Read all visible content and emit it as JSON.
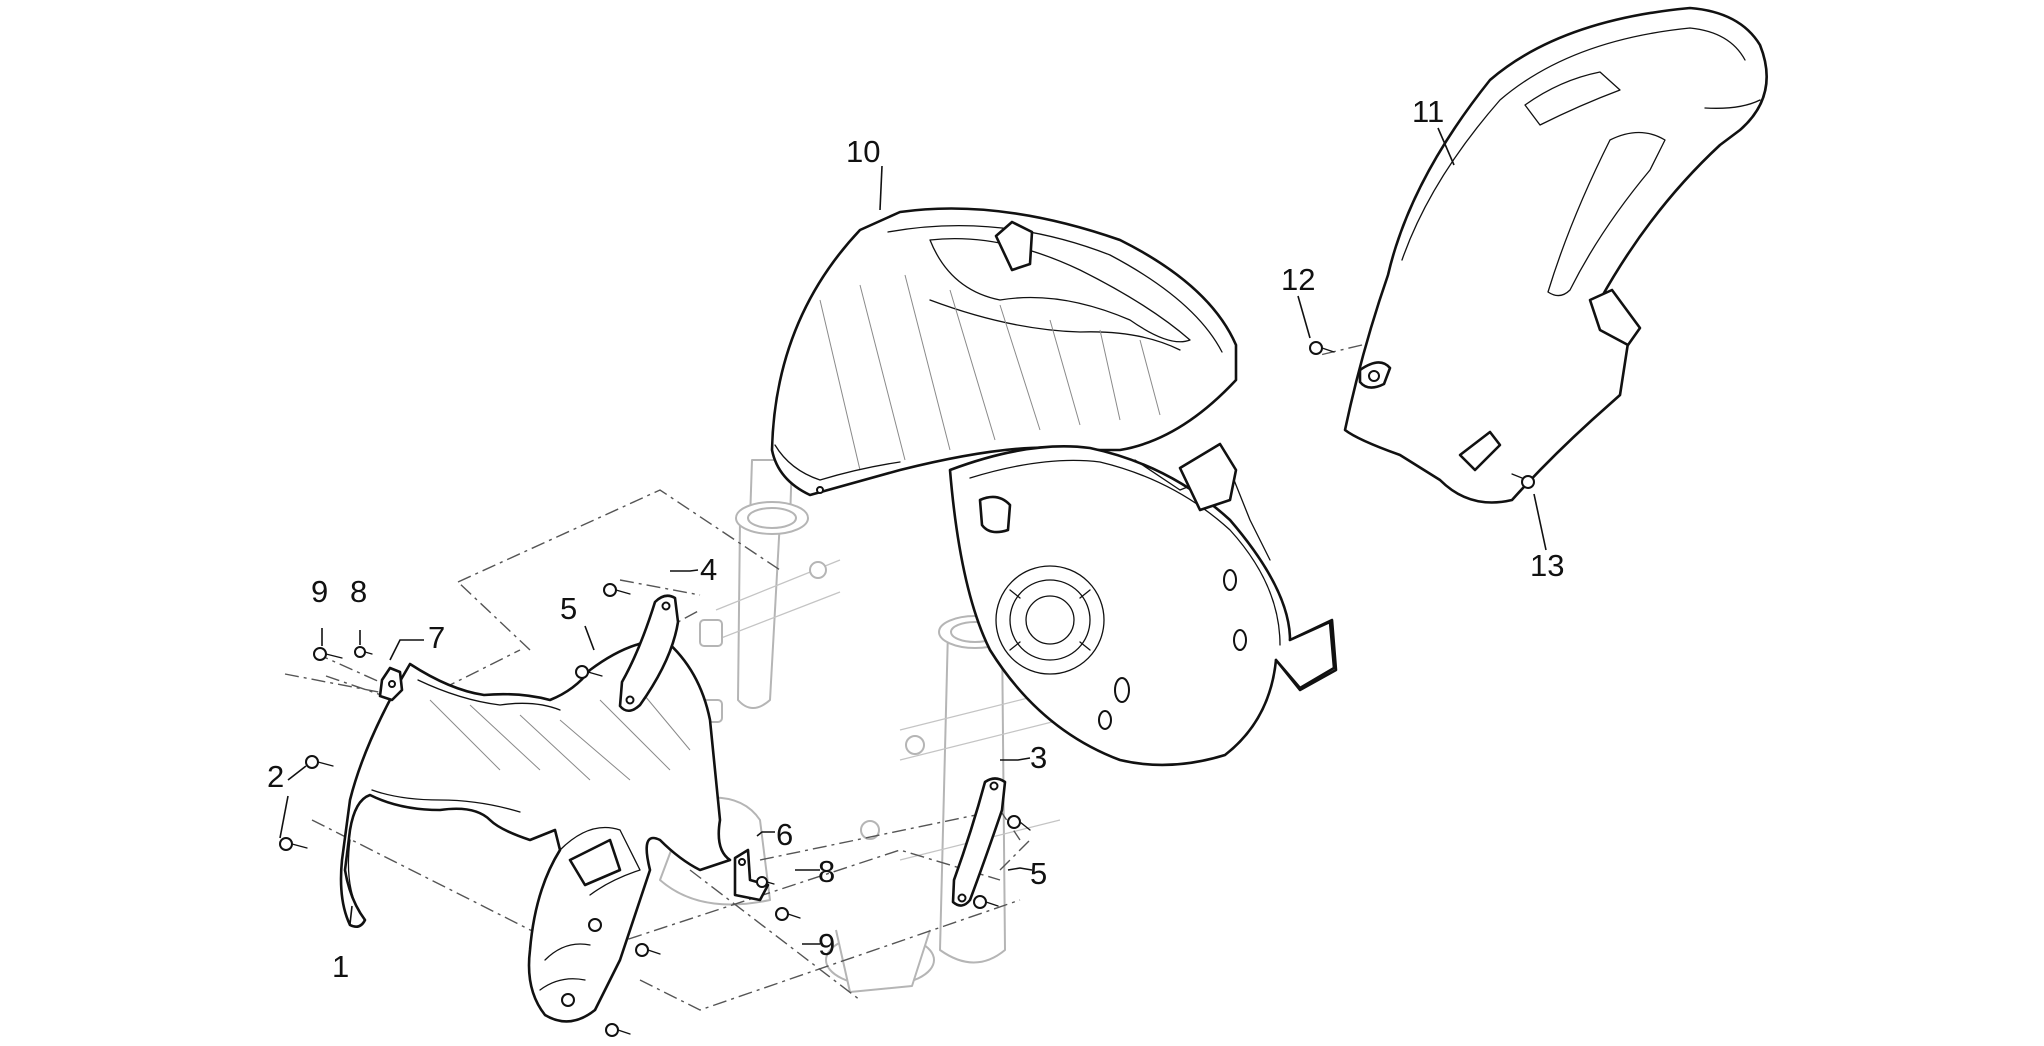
{
  "labels": {
    "p1": "1",
    "p2": "2",
    "p3": "3",
    "p4": "4",
    "p5a": "5",
    "p5b": "5",
    "p6": "6",
    "p7": "7",
    "p8a": "8",
    "p8b": "8",
    "p9a": "9",
    "p9b": "9",
    "p10": "10",
    "p11": "11",
    "p12": "12",
    "p13": "13"
  }
}
